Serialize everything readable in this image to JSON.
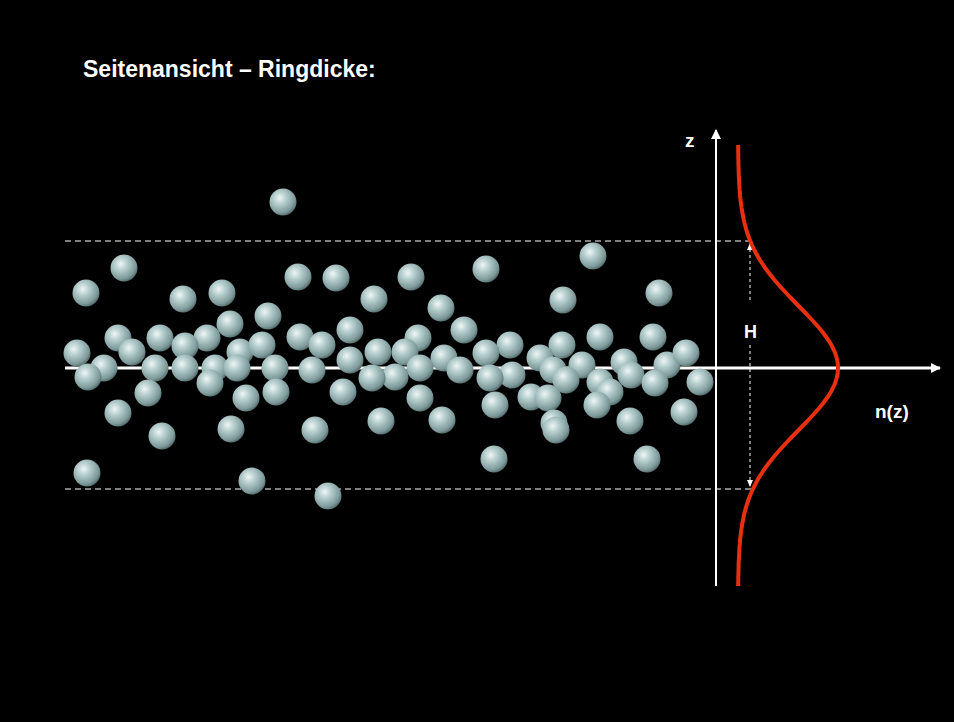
{
  "diagram": {
    "title": "Seitenansicht – Ringdicke:",
    "labels": [
      "z",
      "H",
      "n(z)"
    ]
  }
}
